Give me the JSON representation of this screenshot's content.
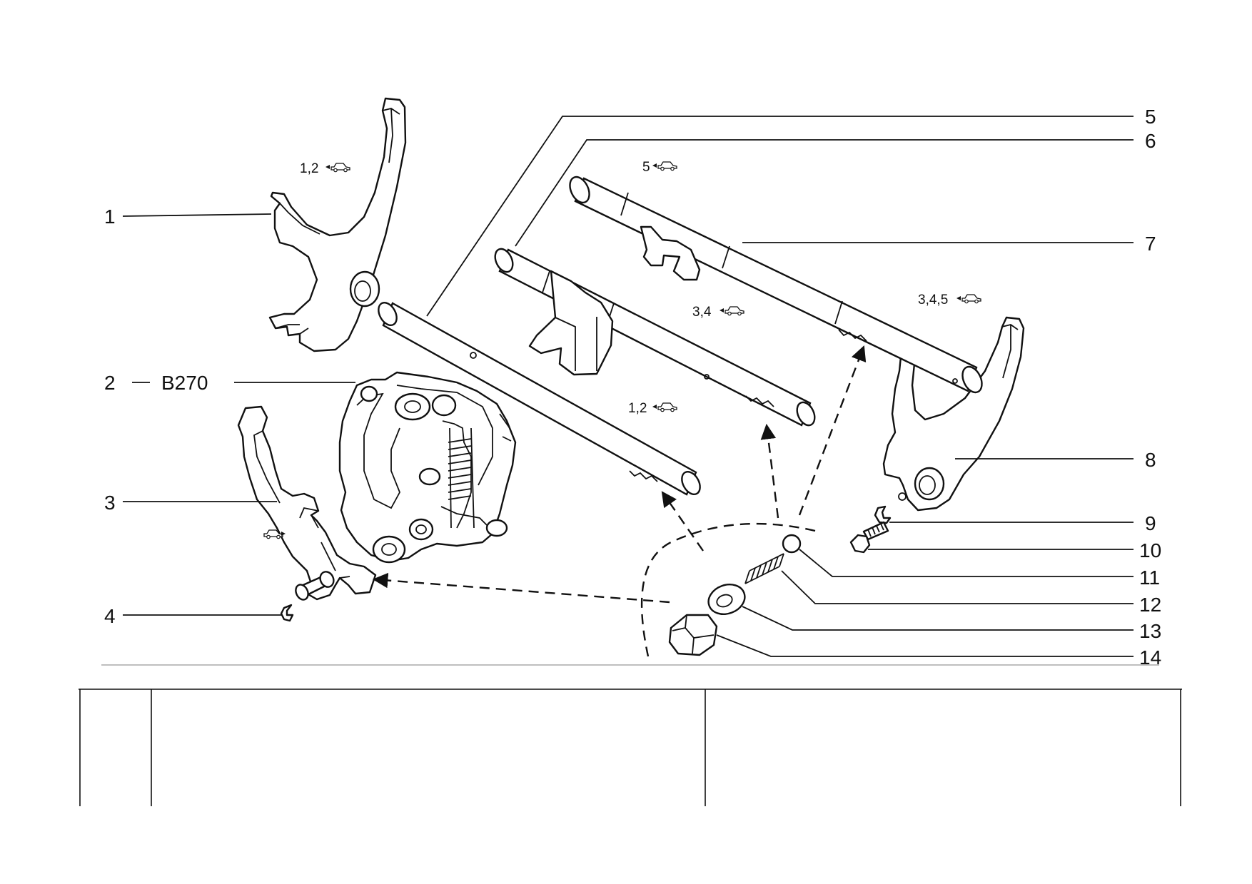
{
  "callouts": {
    "c1": "1",
    "c2": "2",
    "c2_code": "B270",
    "c3": "3",
    "c4": "4",
    "c5": "5",
    "c6": "6",
    "c7": "7",
    "c8": "8",
    "c9": "9",
    "c10": "10",
    "c11": "11",
    "c12": "12",
    "c13": "13",
    "c14": "14"
  },
  "variants": {
    "fork_1": "1,2",
    "rod_top": "5",
    "rod_mid": "3,4",
    "fork_8": "3,4,5",
    "rod_front": "1,2"
  },
  "icons": [
    "car-icon",
    "arrow-left-icon"
  ]
}
